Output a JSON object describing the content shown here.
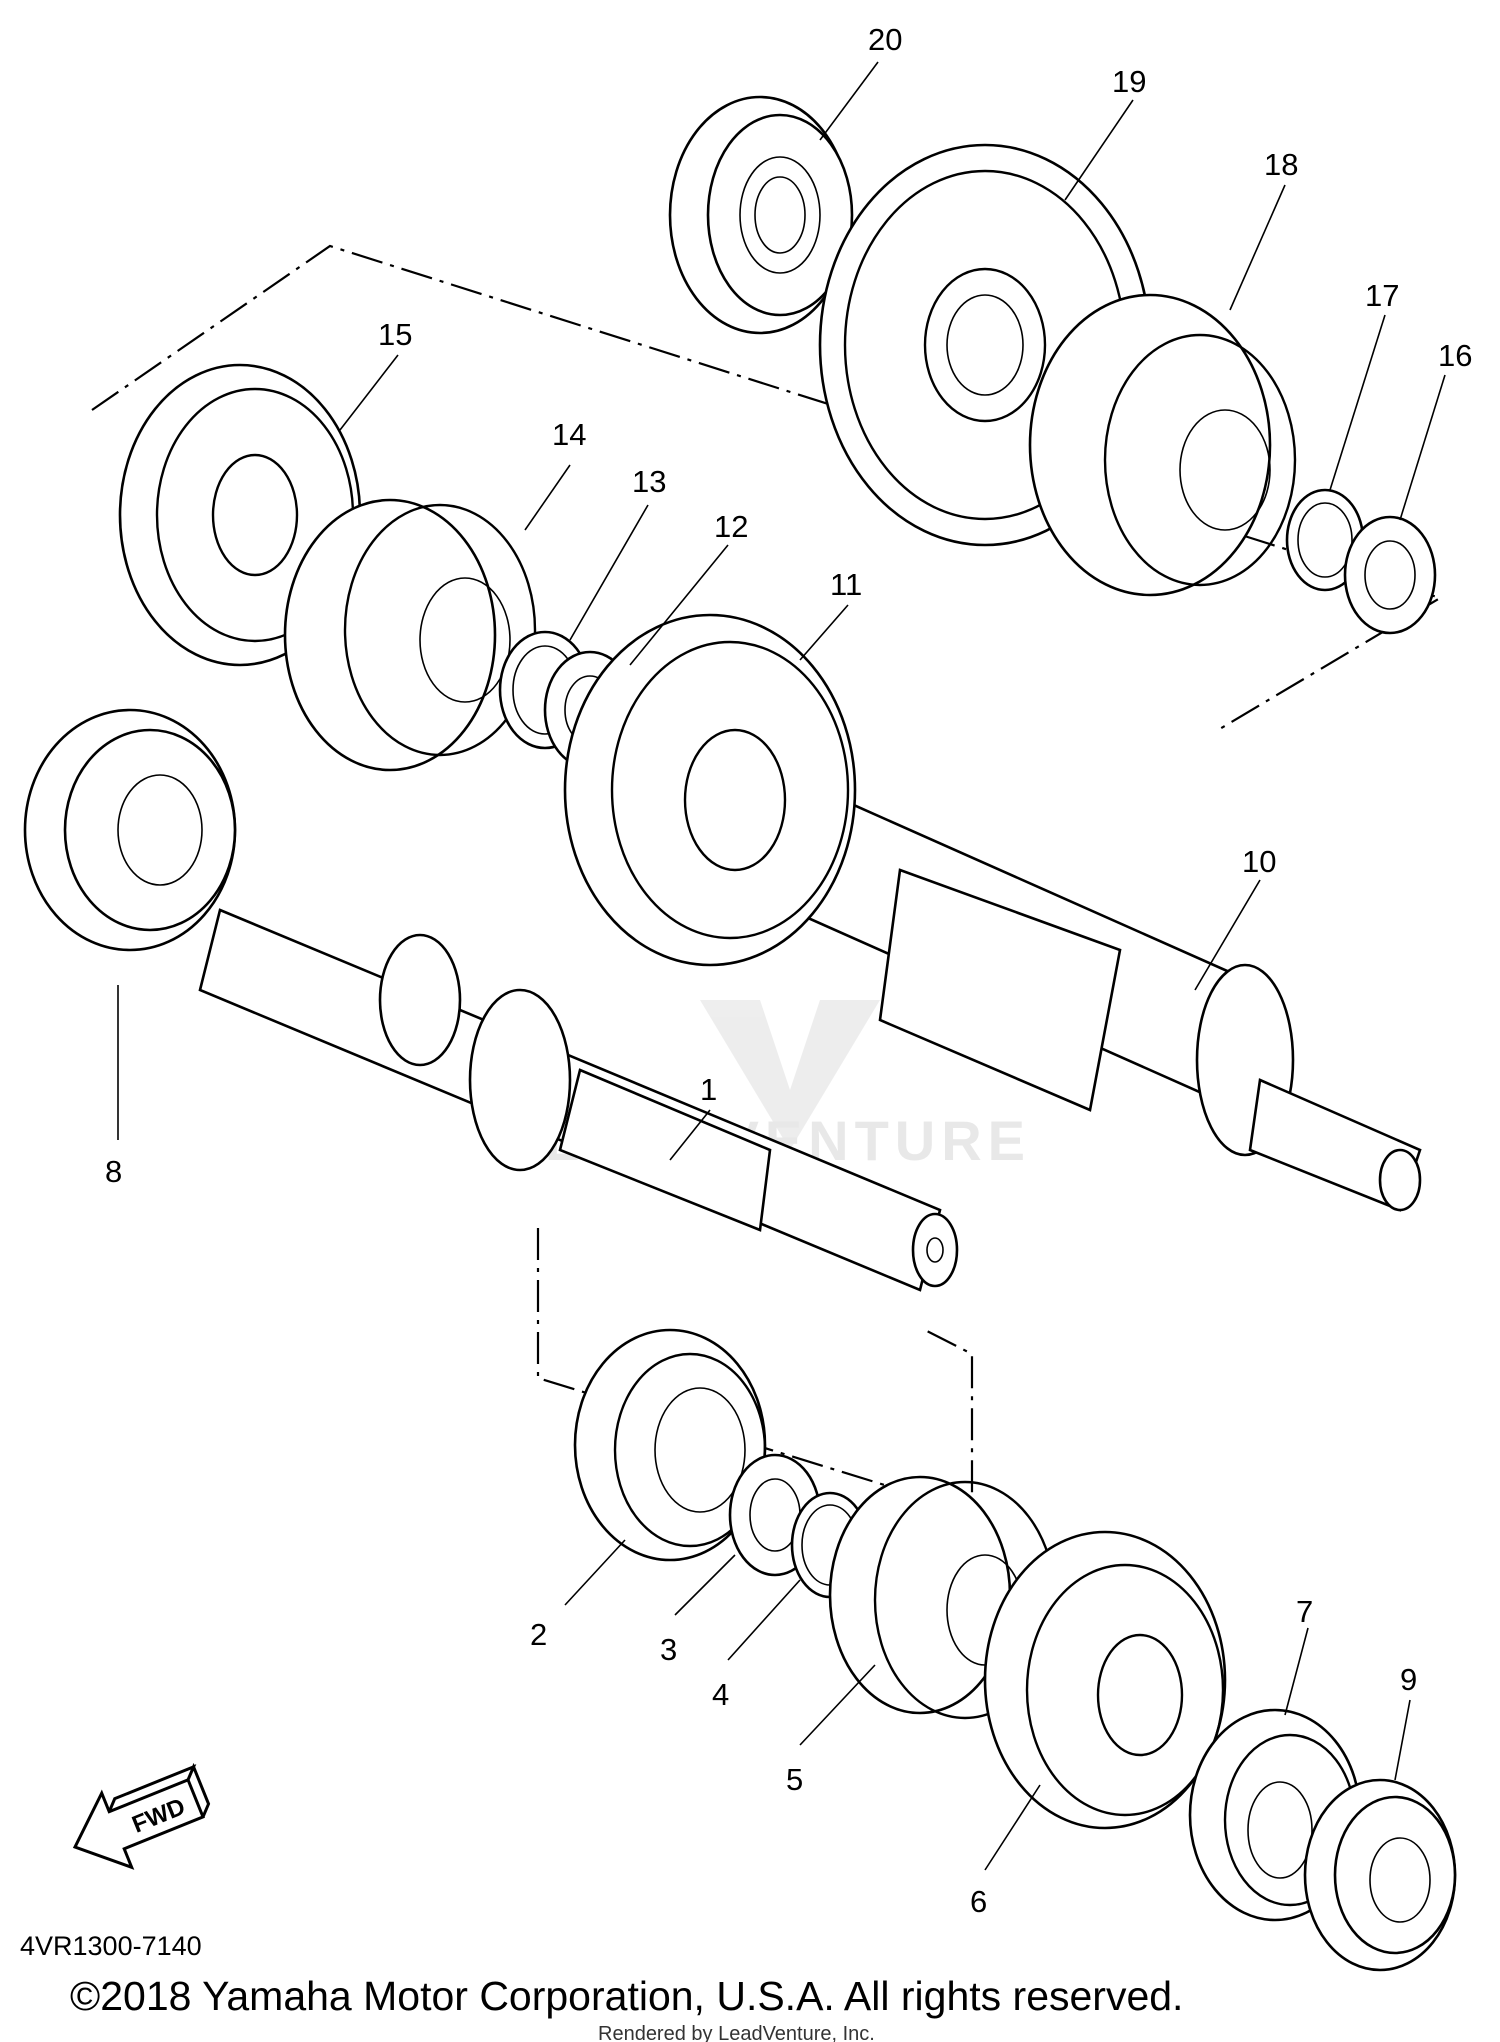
{
  "diagram": {
    "parts": [
      {
        "id": "1",
        "label": "1"
      },
      {
        "id": "2",
        "label": "2"
      },
      {
        "id": "3",
        "label": "3"
      },
      {
        "id": "4",
        "label": "4"
      },
      {
        "id": "5",
        "label": "5"
      },
      {
        "id": "6",
        "label": "6"
      },
      {
        "id": "7",
        "label": "7"
      },
      {
        "id": "8",
        "label": "8"
      },
      {
        "id": "9",
        "label": "9"
      },
      {
        "id": "10",
        "label": "10"
      },
      {
        "id": "11",
        "label": "11"
      },
      {
        "id": "12",
        "label": "12"
      },
      {
        "id": "13",
        "label": "13"
      },
      {
        "id": "14",
        "label": "14"
      },
      {
        "id": "15",
        "label": "15"
      },
      {
        "id": "16",
        "label": "16"
      },
      {
        "id": "17",
        "label": "17"
      },
      {
        "id": "18",
        "label": "18"
      },
      {
        "id": "19",
        "label": "19"
      },
      {
        "id": "20",
        "label": "20"
      }
    ],
    "fwd_label": "FWD",
    "diagram_code": "4VR1300-7140",
    "watermark": "LEADVENTURE",
    "copyright": "©2018 Yamaha Motor Corporation, U.S.A. All rights reserved.",
    "rendered_by": "Rendered by LeadVenture, Inc."
  }
}
